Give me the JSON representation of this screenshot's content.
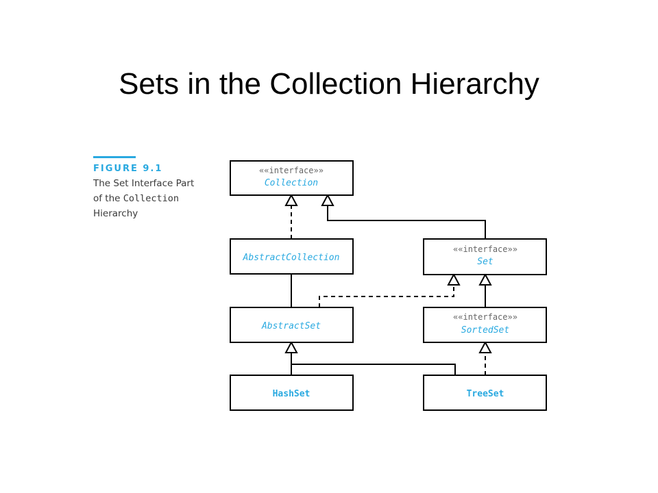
{
  "title": "Sets in the Collection Hierarchy",
  "figure": {
    "label": "FIGURE 9.1",
    "caption_line1": "The Set Interface Part",
    "caption_line2_prefix": "of the ",
    "caption_line2_code": "Collection",
    "caption_line3": "Hierarchy"
  },
  "diagram": {
    "nodes": {
      "collection": {
        "stereotype": "««interface»»",
        "name": "Collection"
      },
      "abstract_collection": {
        "name": "AbstractCollection"
      },
      "set": {
        "stereotype": "««interface»»",
        "name": "Set"
      },
      "abstract_set": {
        "name": "AbstractSet"
      },
      "sorted_set": {
        "stereotype": "««interface»»",
        "name": "SortedSet"
      },
      "hash_set": {
        "name": "HashSet"
      },
      "tree_set": {
        "name": "TreeSet"
      }
    },
    "edges": [
      {
        "from": "abstract_collection",
        "to": "collection",
        "kind": "realization"
      },
      {
        "from": "set",
        "to": "collection",
        "kind": "generalization"
      },
      {
        "from": "abstract_set",
        "to": "abstract_collection",
        "kind": "generalization"
      },
      {
        "from": "abstract_set",
        "to": "set",
        "kind": "realization"
      },
      {
        "from": "sorted_set",
        "to": "set",
        "kind": "generalization"
      },
      {
        "from": "hash_set",
        "to": "abstract_set",
        "kind": "generalization"
      },
      {
        "from": "tree_set",
        "to": "abstract_set",
        "kind": "generalization"
      },
      {
        "from": "tree_set",
        "to": "sorted_set",
        "kind": "realization"
      }
    ]
  }
}
